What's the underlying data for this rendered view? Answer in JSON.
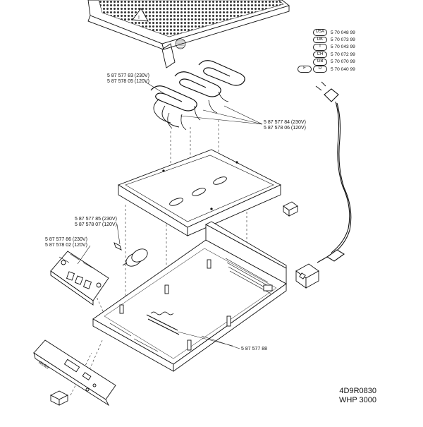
{
  "labels": {
    "heater_top": [
      "5 87 577 83 (230V)",
      "5 87 578 05 (120V)"
    ],
    "heater_right": [
      "5 87 577 84 (230V)",
      "5 87 578 06 (120V)"
    ],
    "small_part": [
      "5 87 577 85 (230V)",
      "5 87 578 07 (120V)"
    ],
    "pcb": [
      "5 87 577 86 (230V)",
      "5 87 578 02 (120V)"
    ],
    "bracket": "5 87 577 88"
  },
  "cord_table": [
    {
      "codes": [
        "USA"
      ],
      "part": "5 70 048 99"
    },
    {
      "codes": [
        "DK"
      ],
      "part": "5 70 073 99"
    },
    {
      "codes": [
        "I"
      ],
      "part": "5 70 043 99"
    },
    {
      "codes": [
        "CH"
      ],
      "part": "5 70 072 99"
    },
    {
      "codes": [
        "GB"
      ],
      "part": "5 70 070 99"
    },
    {
      "codes": [
        "F",
        "D"
      ],
      "part": "5 70 040 99"
    }
  ],
  "doc": {
    "drawing_number": "4D9R0830",
    "model": "WHP 3000"
  },
  "panel_text": {
    "brand": "Weller"
  },
  "colors": {
    "line": "#111111",
    "mesh": "#333333"
  }
}
